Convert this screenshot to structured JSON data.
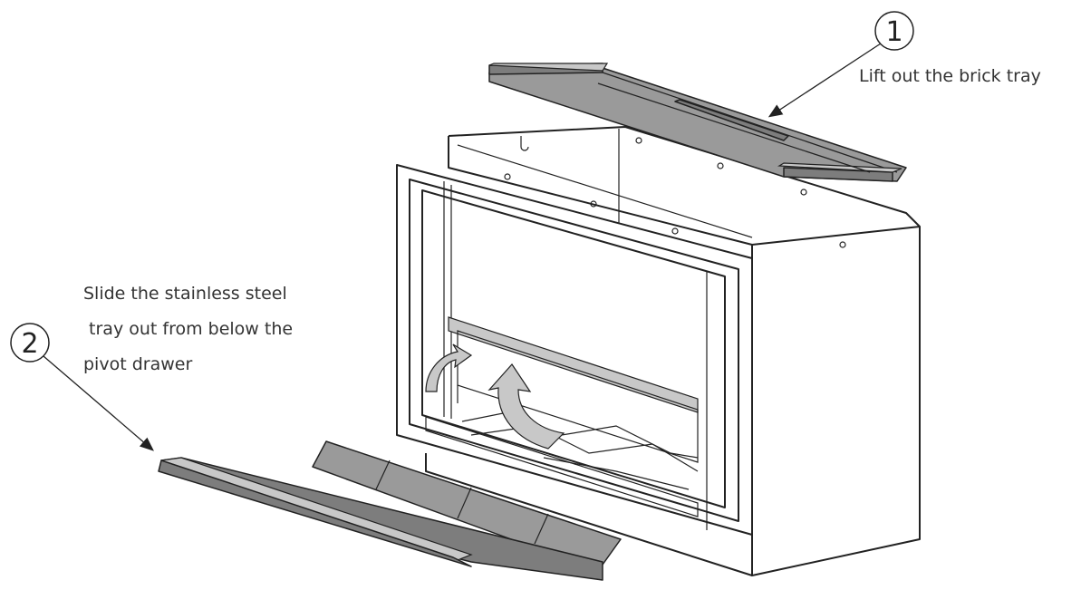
{
  "steps": [
    {
      "number": "1",
      "text": "Lift out the brick tray"
    },
    {
      "number": "2",
      "lines": [
        "Slide the stainless steel",
        " tray out from below the",
        "pivot drawer"
      ]
    }
  ],
  "colors": {
    "line": "#222222",
    "tray": "#9a9a9a",
    "arrow": "#c8c8c8",
    "text": "#333333"
  }
}
